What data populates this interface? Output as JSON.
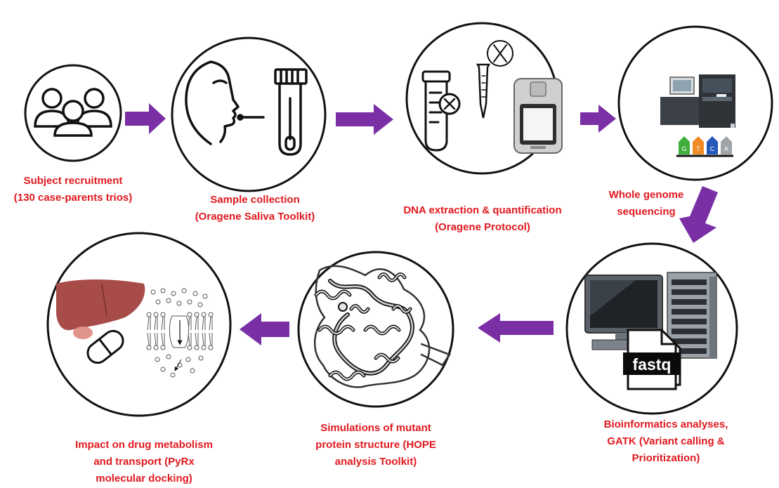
{
  "colors": {
    "label_text": "#e0191f",
    "arrow": "#7a2fa5",
    "stroke": "#111111",
    "liver": "#a84c4a",
    "sequencer": "#4a4f55"
  },
  "steps": [
    {
      "id": "recruitment",
      "icon": "people-icon",
      "lines": [
        "Subject recruitment",
        "(130 case-parents trios)"
      ]
    },
    {
      "id": "sample",
      "icon": "saliva-tube-icon",
      "lines": [
        "Sample collection",
        "(Oragene Saliva Toolkit)"
      ]
    },
    {
      "id": "dna",
      "icon": "dna-extraction-icon",
      "lines": [
        "DNA extraction & quantification",
        "(Oragene Protocol)"
      ]
    },
    {
      "id": "sequencing",
      "icon": "sequencer-icon",
      "lines": [
        "Whole genome",
        "sequencing"
      ]
    },
    {
      "id": "bioinfo",
      "icon": "computer-server-icon",
      "lines": [
        "Bioinformatics analyses,",
        "GATK (Variant calling &",
        "Prioritization)"
      ]
    },
    {
      "id": "simulation",
      "icon": "protein-structure-icon",
      "lines": [
        "Simulations of mutant",
        "protein structure (HOPE",
        "analysis Toolkit)"
      ]
    },
    {
      "id": "impact",
      "icon": "liver-drug-icon",
      "lines": [
        "Impact on drug metabolism",
        "and transport (PyRx",
        "molecular docking)"
      ]
    }
  ],
  "file_badge": "fastq",
  "bases": [
    "G",
    "T",
    "C",
    "A"
  ]
}
